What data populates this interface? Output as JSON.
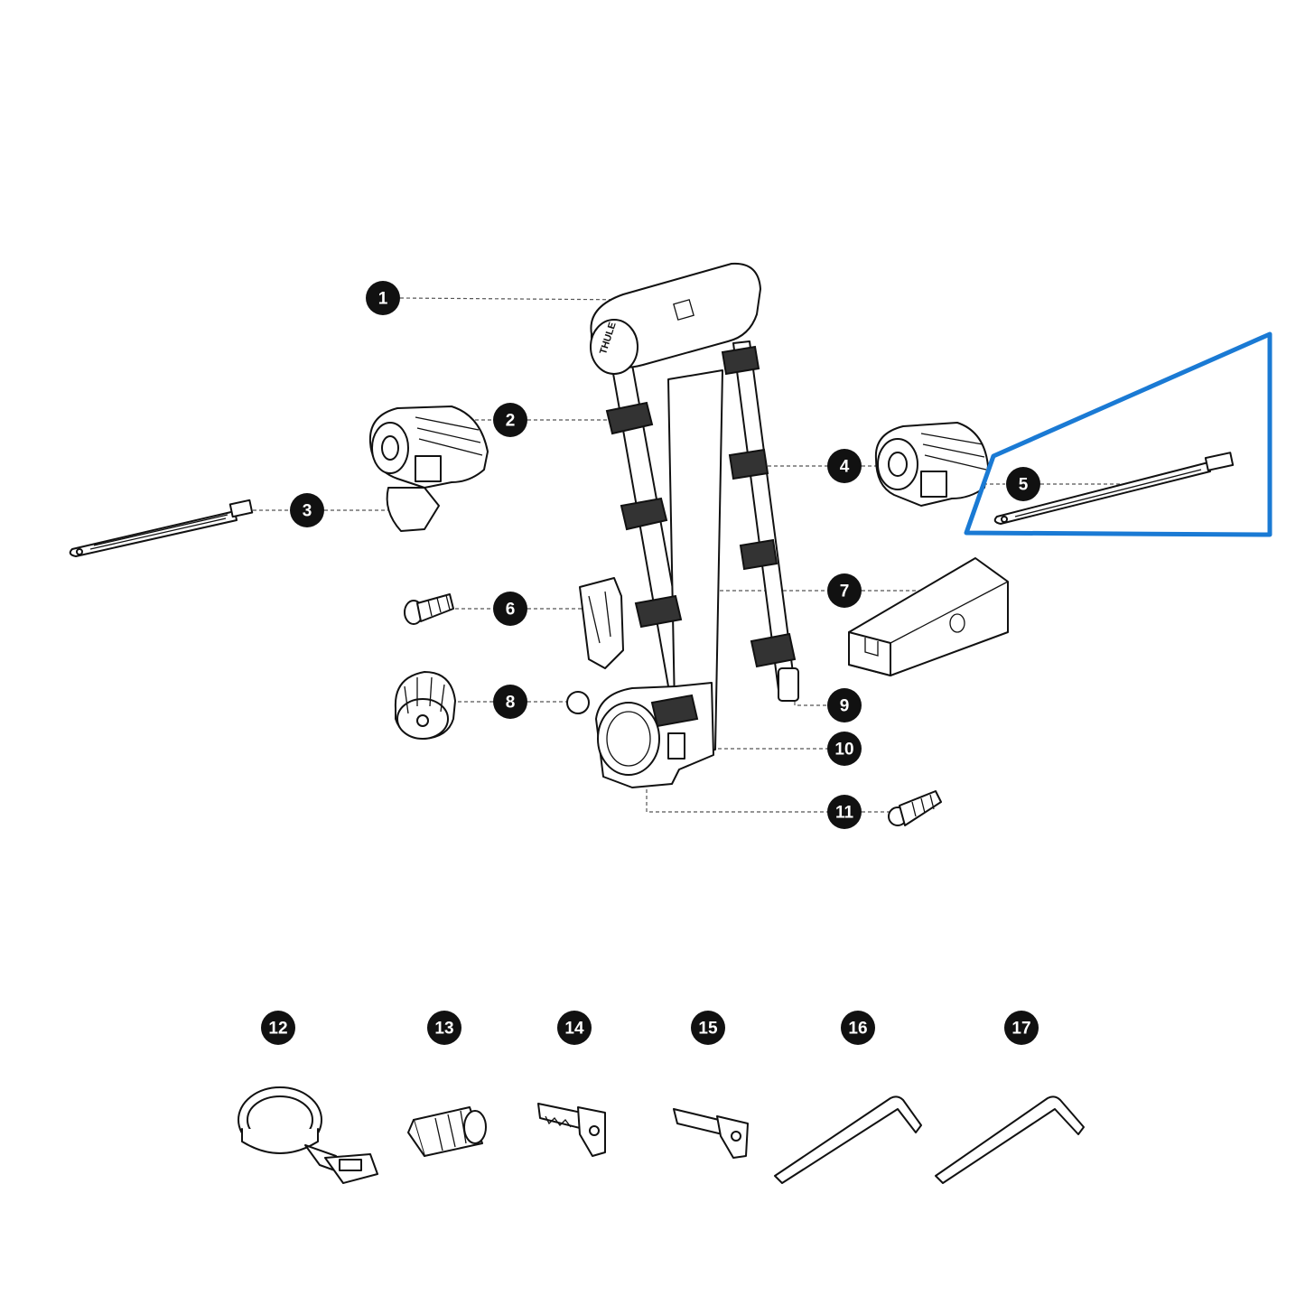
{
  "callouts": [
    "1",
    "2",
    "3",
    "4",
    "5",
    "6",
    "7",
    "8",
    "9",
    "10",
    "11",
    "12",
    "13",
    "14",
    "15",
    "16",
    "17"
  ],
  "brand_mark": "THULE",
  "highlight_color": "#1a7ad4",
  "icons": {
    "frame": "rack-frame-icon",
    "wheel_holder_left": "wheel-holder-icon",
    "strap": "strap-icon",
    "screw": "screw-icon",
    "knob": "knob-icon",
    "adapter": "hitch-adapter-icon",
    "bolt": "bolt-icon",
    "ratchet_strap": "ratchet-strap-icon",
    "lock_cylinder": "lock-cylinder-icon",
    "key": "key-icon",
    "hex_key": "hex-key-icon"
  }
}
